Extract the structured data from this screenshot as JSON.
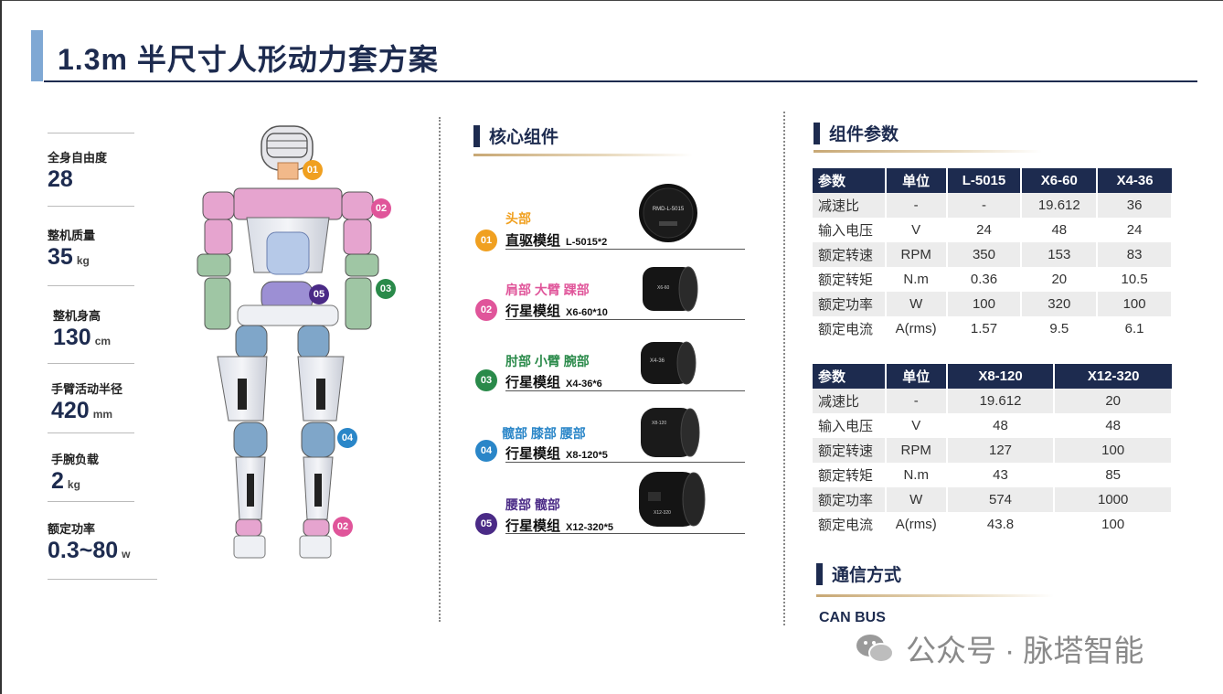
{
  "title": "1.3m 半尺寸人形动力套方案",
  "specs": [
    {
      "label": "全身自由度",
      "value": "28",
      "unit": ""
    },
    {
      "label": "整机质量",
      "value": "35",
      "unit": "kg"
    },
    {
      "label": "整机身高",
      "value": "130",
      "unit": "cm"
    },
    {
      "label": "手臂活动半径",
      "value": "420",
      "unit": "mm"
    },
    {
      "label": "手腕负载",
      "value": "2",
      "unit": "kg"
    },
    {
      "label": "额定功率",
      "value": "0.3~80",
      "unit": "w"
    }
  ],
  "robot_badges": [
    "01",
    "02",
    "03",
    "05",
    "04",
    "02"
  ],
  "core_section": {
    "title": "核心组件"
  },
  "components": [
    {
      "num": "01",
      "color": "#f0a020",
      "parts": "头部",
      "name": "直驱模组",
      "model": "L-5015*2",
      "img_text": "RMD-L-5015"
    },
    {
      "num": "02",
      "color": "#e0559a",
      "parts": "肩部 大臂 踝部",
      "name": "行星模组",
      "model": "X6-60*10",
      "img_text": "X6-60"
    },
    {
      "num": "03",
      "color": "#2a8a4a",
      "parts": "肘部 小臂 腕部",
      "name": "行星模组",
      "model": "X4-36*6",
      "img_text": "X4-36"
    },
    {
      "num": "04",
      "color": "#2a86c8",
      "parts": "髋部 膝部 腰部",
      "name": "行星模组",
      "model": "X8-120*5",
      "img_text": "X8-120"
    },
    {
      "num": "05",
      "color": "#4a2a86",
      "parts": "腰部 髋部",
      "name": "行星模组",
      "model": "X12-320*5",
      "img_text": "X12-320"
    }
  ],
  "params_section": {
    "title": "组件参数"
  },
  "table1": {
    "headers": [
      "参数",
      "单位",
      "L-5015",
      "X6-60",
      "X4-36"
    ],
    "rows": [
      [
        "减速比",
        "-",
        "-",
        "19.612",
        "36"
      ],
      [
        "输入电压",
        "V",
        "24",
        "48",
        "24"
      ],
      [
        "额定转速",
        "RPM",
        "350",
        "153",
        "83"
      ],
      [
        "额定转矩",
        "N.m",
        "0.36",
        "20",
        "10.5"
      ],
      [
        "额定功率",
        "W",
        "100",
        "320",
        "100"
      ],
      [
        "额定电流",
        "A(rms)",
        "1.57",
        "9.5",
        "6.1"
      ]
    ]
  },
  "table2": {
    "headers": [
      "参数",
      "单位",
      "X8-120",
      "X12-320"
    ],
    "rows": [
      [
        "减速比",
        "-",
        "19.612",
        "20"
      ],
      [
        "输入电压",
        "V",
        "48",
        "48"
      ],
      [
        "额定转速",
        "RPM",
        "127",
        "100"
      ],
      [
        "额定转矩",
        "N.m",
        "43",
        "85"
      ],
      [
        "额定功率",
        "W",
        "574",
        "1000"
      ],
      [
        "额定电流",
        "A(rms)",
        "43.8",
        "100"
      ]
    ]
  },
  "comm_section": {
    "title": "通信方式",
    "value": "CAN BUS"
  },
  "watermark": {
    "text": "公众号 · 脉塔智能"
  },
  "colors": {
    "navy": "#1d2b4f",
    "accent": "#7fa8d4",
    "gold": "#c8a875"
  }
}
